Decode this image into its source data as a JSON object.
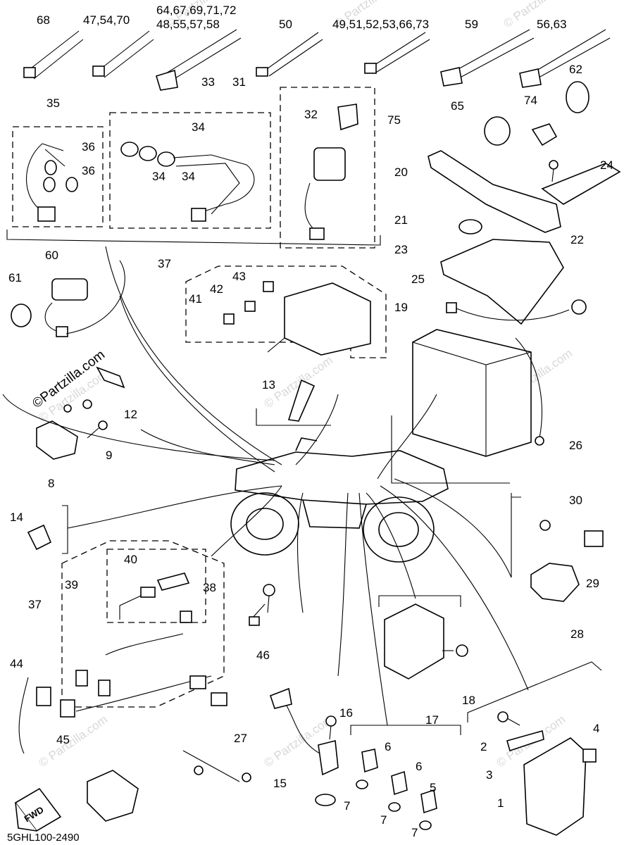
{
  "diagram_code": "5GHL100-2490",
  "fwd_label": "FWD",
  "site_credit": "©Partzilla.com",
  "watermark": "© Partzilla.com",
  "callouts": {
    "c68": "68",
    "c47": "47,54,70",
    "c64a": "64,67,69,71,72",
    "c64b": "48,55,57,58",
    "c50": "50",
    "c49": "49,51,52,53,66,73",
    "c59": "59",
    "c56": "56,63",
    "c33": "33",
    "c31": "31",
    "c35": "35",
    "c32": "32",
    "c75": "75",
    "c65": "65",
    "c74": "74",
    "c62": "62",
    "c36a": "36",
    "c36b": "36",
    "c34a": "34",
    "c34b": "34",
    "c34c": "34",
    "c24": "24",
    "c20": "20",
    "c21": "21",
    "c22": "22",
    "c23": "23",
    "c60": "60",
    "c61": "61",
    "c37a": "37",
    "c43": "43",
    "c42": "42",
    "c41": "41",
    "c25": "25",
    "c19": "19",
    "c13": "13",
    "c12": "12",
    "c9": "9",
    "c8": "8",
    "c26": "26",
    "c14": "14",
    "c30": "30",
    "c40": "40",
    "c39": "39",
    "c38": "38",
    "c37b": "37",
    "c29": "29",
    "c28": "28",
    "c46": "46",
    "c18": "18",
    "c44": "44",
    "c16": "16",
    "c17": "17",
    "c45": "45",
    "c27": "27",
    "c6a": "6",
    "c4": "4",
    "c2": "2",
    "c6b": "6",
    "c3": "3",
    "c15": "15",
    "c5": "5",
    "c7a": "7",
    "c1": "1",
    "c7b": "7",
    "c7c": "7"
  }
}
